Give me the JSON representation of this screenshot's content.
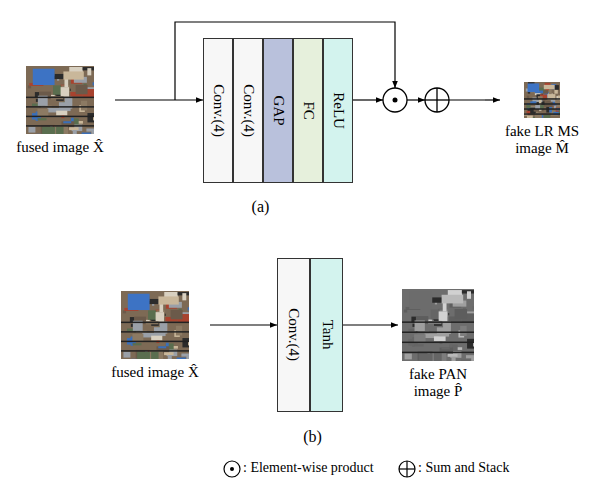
{
  "diagram": {
    "nodes": [
      {
        "text": [
          "fused image X̂"
        ]
      },
      {
        "text": [
          "(a)"
        ]
      },
      {
        "text": [
          "Conv.(4)"
        ],
        "in": 1
      },
      {
        "text": [
          "Conv.(4)"
        ],
        "in": 1
      },
      {
        "text": [
          "GAP"
        ],
        "in": 1
      },
      {
        "text": [
          "FC"
        ],
        "in": 1
      },
      {
        "text": [
          "ReLU"
        ],
        "in": 1
      },
      {
        "text": [
          "fake LR MS image M̂"
        ]
      },
      {
        "text": [
          "fused image X̂"
        ]
      },
      {
        "text": [
          "(b)"
        ]
      },
      {
        "text": [
          "Conv.(4)"
        ],
        "in": 9
      },
      {
        "text": [
          "Tanh"
        ],
        "in": 9
      },
      {
        "text": [
          "fake PAN image P̂"
        ]
      }
    ],
    "edges": [
      {
        "from": 0,
        "to": 2,
        "arrow": "to"
      },
      {
        "from": 1,
        "to": 7,
        "arrow": "to"
      },
      {
        "from": 8,
        "to": 10,
        "arrow": "to"
      },
      {
        "from": 11,
        "to": 12,
        "arrow": "to"
      }
    ],
    "legend": [
      {
        "text": ": Element-wise product"
      },
      {
        "text": ": Sum and Stack"
      }
    ]
  }
}
